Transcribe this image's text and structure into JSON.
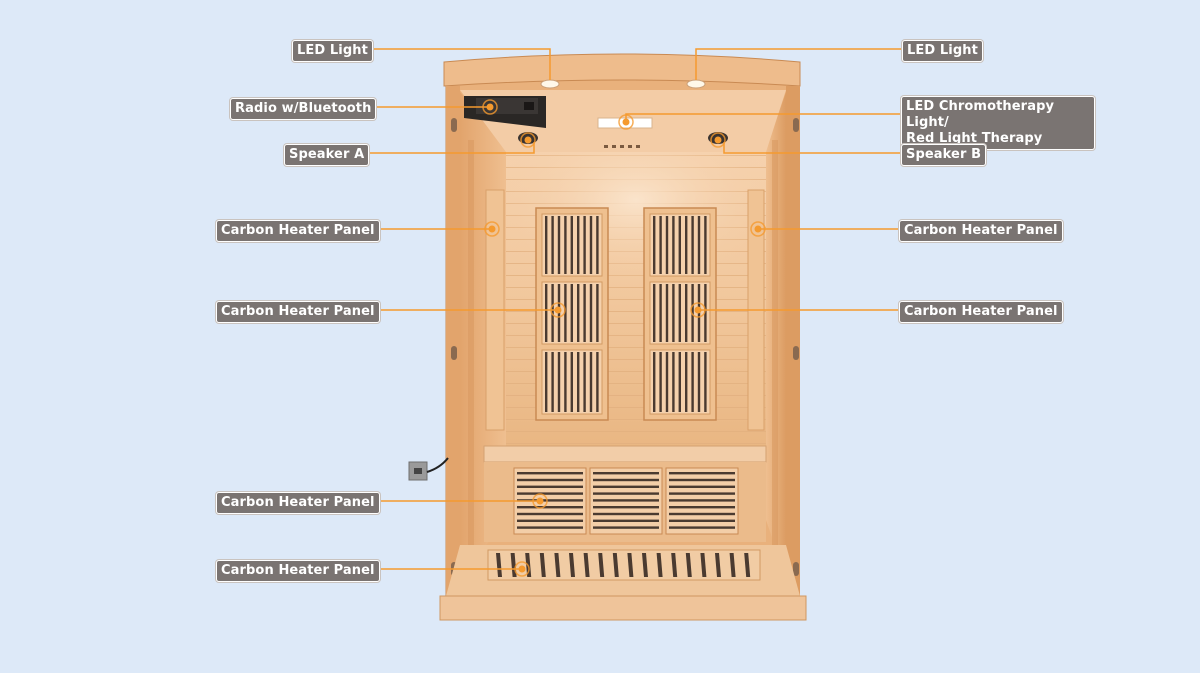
{
  "colors": {
    "background": "#dde9f8",
    "label_bg": "#7a7472",
    "label_text": "#ffffff",
    "leader_line": "#f59a2e",
    "wood_light": "#f3c9a0",
    "wood_mid": "#e2a873",
    "wood_dark": "#c98a53"
  },
  "callouts": {
    "led_light_left": "LED Light",
    "led_light_right": "LED Light",
    "radio": "Radio w/Bluetooth",
    "chromotherapy_line1": "LED Chromotherapy Light/",
    "chromotherapy_line2": "Red Light Therapy",
    "speaker_a": "Speaker A",
    "speaker_b": "Speaker B",
    "heater_side_left": "Carbon Heater Panel",
    "heater_side_right": "Carbon Heater Panel",
    "heater_back_left": "Carbon Heater Panel",
    "heater_back_right": "Carbon Heater Panel",
    "heater_under_bench": "Carbon Heater Panel",
    "heater_floor": "Carbon Heater Panel"
  }
}
